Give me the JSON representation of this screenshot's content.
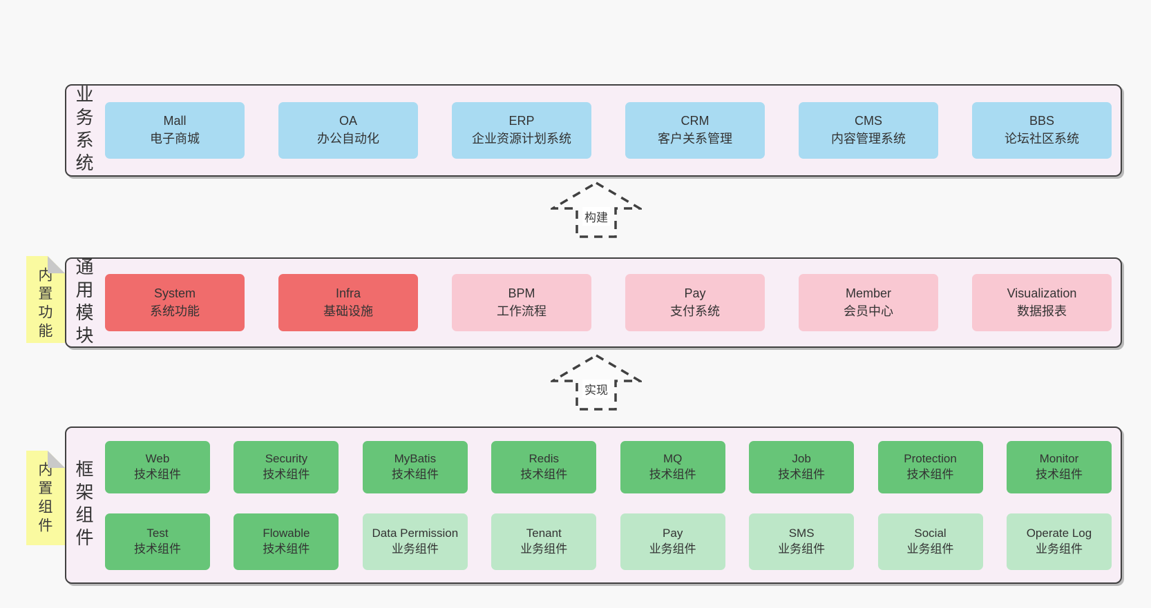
{
  "colors": {
    "page-bg": "#f8f8f8",
    "layer-bg": "#f8eef6",
    "layer-border": "#404040",
    "box-blue": "#a9dbf2",
    "box-red": "#f06c6c",
    "box-pink": "#f9c8d2",
    "box-green": "#67c578",
    "box-light-green": "#bde7c8",
    "note-yellow": "#fafaa0",
    "note-fold": "#c9c9c9",
    "text": "#333333"
  },
  "arrows": [
    {
      "label": "构建"
    },
    {
      "label": "实现"
    }
  ],
  "layers": [
    {
      "label": "业务系统",
      "rows": [
        [
          {
            "name": "Mall",
            "subtitle": "电子商城",
            "variant": "blue"
          },
          {
            "name": "OA",
            "subtitle": "办公自动化",
            "variant": "blue"
          },
          {
            "name": "ERP",
            "subtitle": "企业资源计划系统",
            "variant": "blue"
          },
          {
            "name": "CRM",
            "subtitle": "客户关系管理",
            "variant": "blue"
          },
          {
            "name": "CMS",
            "subtitle": "内容管理系统",
            "variant": "blue"
          },
          {
            "name": "BBS",
            "subtitle": "论坛社区系统",
            "variant": "blue"
          }
        ]
      ]
    },
    {
      "label": "通用模块",
      "note": "内置功能",
      "rows": [
        [
          {
            "name": "System",
            "subtitle": "系统功能",
            "variant": "red"
          },
          {
            "name": "Infra",
            "subtitle": "基础设施",
            "variant": "red"
          },
          {
            "name": "BPM",
            "subtitle": "工作流程",
            "variant": "pink"
          },
          {
            "name": "Pay",
            "subtitle": "支付系统",
            "variant": "pink"
          },
          {
            "name": "Member",
            "subtitle": "会员中心",
            "variant": "pink"
          },
          {
            "name": "Visualization",
            "subtitle": "数据报表",
            "variant": "pink"
          }
        ]
      ]
    },
    {
      "label": "框架组件",
      "note": "内置组件",
      "rows": [
        [
          {
            "name": "Web",
            "subtitle": "技术组件",
            "variant": "green"
          },
          {
            "name": "Security",
            "subtitle": "技术组件",
            "variant": "green"
          },
          {
            "name": "MyBatis",
            "subtitle": "技术组件",
            "variant": "green"
          },
          {
            "name": "Redis",
            "subtitle": "技术组件",
            "variant": "green"
          },
          {
            "name": "MQ",
            "subtitle": "技术组件",
            "variant": "green"
          },
          {
            "name": "Job",
            "subtitle": "技术组件",
            "variant": "green"
          },
          {
            "name": "Protection",
            "subtitle": "技术组件",
            "variant": "green"
          },
          {
            "name": "Monitor",
            "subtitle": "技术组件",
            "variant": "green"
          }
        ],
        [
          {
            "name": "Test",
            "subtitle": "技术组件",
            "variant": "green"
          },
          {
            "name": "Flowable",
            "subtitle": "技术组件",
            "variant": "green"
          },
          {
            "name": "Data Permission",
            "subtitle": "业务组件",
            "variant": "lightgreen"
          },
          {
            "name": "Tenant",
            "subtitle": "业务组件",
            "variant": "lightgreen"
          },
          {
            "name": "Pay",
            "subtitle": "业务组件",
            "variant": "lightgreen"
          },
          {
            "name": "SMS",
            "subtitle": "业务组件",
            "variant": "lightgreen"
          },
          {
            "name": "Social",
            "subtitle": "业务组件",
            "variant": "lightgreen"
          },
          {
            "name": "Operate Log",
            "subtitle": "业务组件",
            "variant": "lightgreen"
          }
        ]
      ]
    }
  ]
}
